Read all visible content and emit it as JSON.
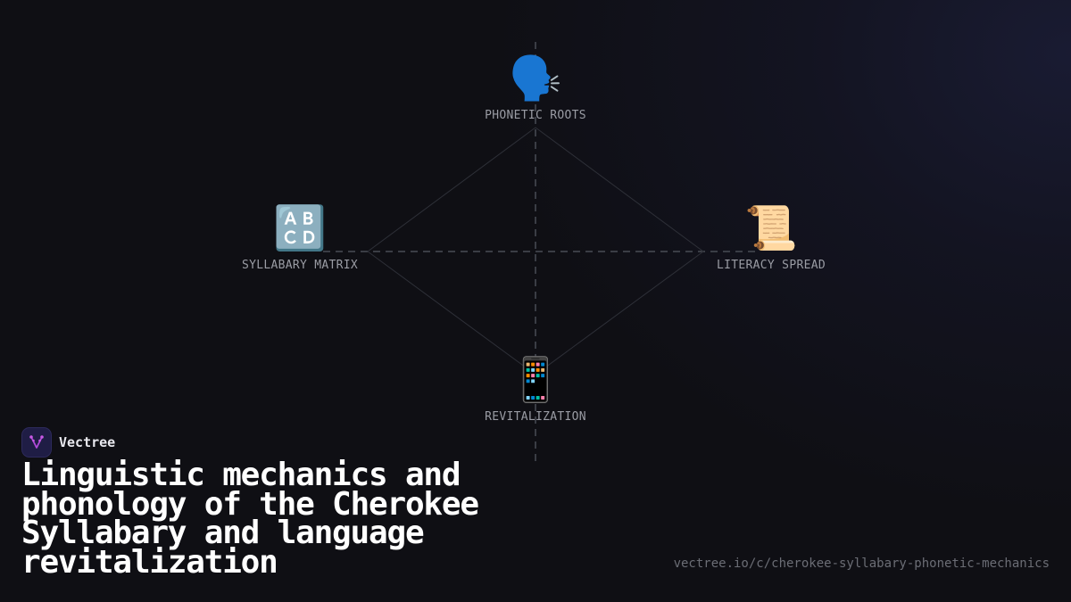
{
  "brand": {
    "name": "Vectree",
    "logo_icon": "vectree-tree-glyph-icon",
    "accent_color": "#b04ad8",
    "logo_bg": "#1f1d45"
  },
  "title": "Linguistic mechanics and phonology of the Cherokee Syllabary and language revitalization",
  "url": "vectree.io/c/cherokee-syllabary-phonetic-mechanics",
  "diagram": {
    "nodes": [
      {
        "id": "top",
        "label": "PHONETIC ROOTS",
        "icon": "speaking-head-icon",
        "glyph": "🗣️"
      },
      {
        "id": "left",
        "label": "SYLLABARY MATRIX",
        "icon": "abcd-input-icon",
        "glyph": "🔠"
      },
      {
        "id": "right",
        "label": "LITERACY SPREAD",
        "icon": "scroll-icon",
        "glyph": "📜"
      },
      {
        "id": "bottom",
        "label": "REVITALIZATION",
        "icon": "mobile-phone-icon",
        "glyph": "📱"
      }
    ],
    "colors": {
      "background": "#0f0f14",
      "dashed_axis": "#3a3d45",
      "diamond_edge": "#2e3038",
      "label": "#9a9ca4"
    }
  }
}
